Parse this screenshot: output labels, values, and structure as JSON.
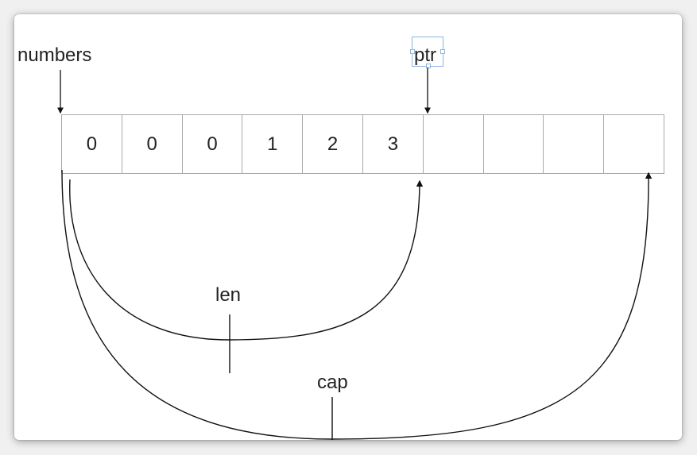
{
  "labels": {
    "numbers": "numbers",
    "ptr": "ptr",
    "len": "len",
    "cap": "cap"
  },
  "cells": [
    "0",
    "0",
    "0",
    "1",
    "2",
    "3",
    "",
    "",
    "",
    ""
  ]
}
